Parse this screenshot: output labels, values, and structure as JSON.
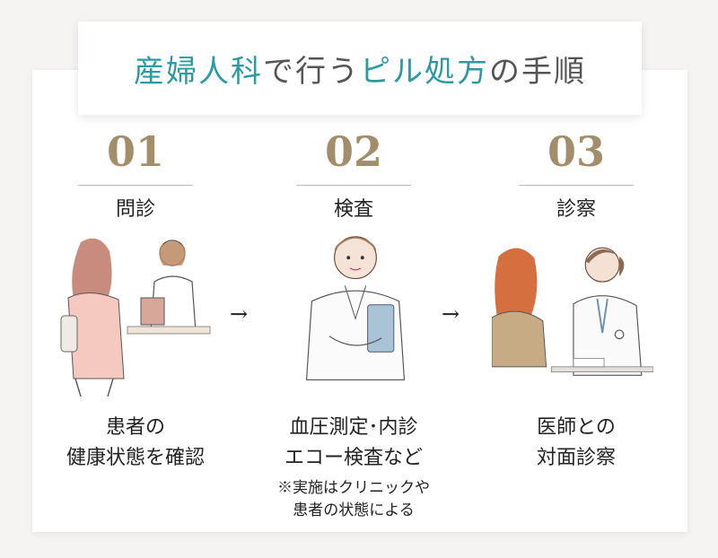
{
  "header": {
    "title_part1": "産婦人科",
    "title_part2": "で行う",
    "title_part3": "ピル処方",
    "title_part4": "の手順"
  },
  "steps": [
    {
      "number": "01",
      "title": "問診",
      "desc_line1": "患者の",
      "desc_line2": "健康状態を確認"
    },
    {
      "number": "02",
      "title": "検査",
      "desc_line1": "血圧測定･内診",
      "desc_line2": "エコー検査など",
      "note_line1": "※実施はクリニックや",
      "note_line2": "患者の状態による"
    },
    {
      "number": "03",
      "title": "診察",
      "desc_line1": "医師との",
      "desc_line2": "対面診察"
    }
  ],
  "arrow_symbol": "→",
  "colors": {
    "accent_teal": "#2c9aa3",
    "number_gold": "#a38e6b"
  }
}
